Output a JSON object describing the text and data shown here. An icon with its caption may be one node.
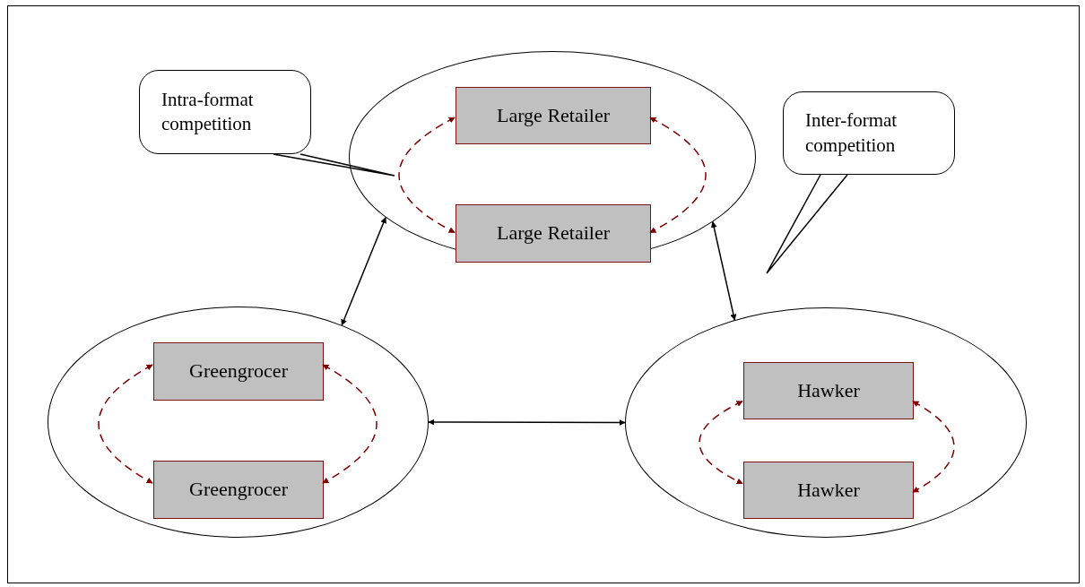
{
  "diagram": {
    "nodes": [
      {
        "text": [
          "Intra-format competition"
        ]
      },
      {
        "text": [],
        "shape": "ellipse"
      },
      {
        "text": [
          "Large Retailer"
        ],
        "in": 1
      },
      {
        "text": [
          "Large Retailer"
        ],
        "in": 1
      },
      {
        "text": [
          "Inter-format competition"
        ]
      },
      {
        "text": [],
        "shape": "ellipse"
      },
      {
        "text": [
          "Greengrocer"
        ],
        "in": 5
      },
      {
        "text": [
          "Greengrocer"
        ],
        "in": 5
      },
      {
        "text": [],
        "shape": "ellipse"
      },
      {
        "text": [
          "Hawker"
        ],
        "in": 8
      },
      {
        "text": [
          "Hawker"
        ],
        "in": 8
      }
    ],
    "edges": [
      {
        "from": 0,
        "to": null,
        "arrow": "none",
        "color": "#000000"
      },
      {
        "from": 2,
        "to": 3,
        "arrow": "both",
        "style": "dashed",
        "color": "#7f0000"
      },
      {
        "from": 2,
        "to": 3,
        "arrow": "both",
        "style": "dashed",
        "color": "#7f0000"
      },
      {
        "from": 4,
        "to": null,
        "arrow": "none",
        "color": "#000000"
      },
      {
        "from": 1,
        "to": 5,
        "arrow": "both",
        "color": "#000000"
      },
      {
        "from": 1,
        "to": 8,
        "arrow": "both",
        "color": "#000000"
      },
      {
        "from": 6,
        "to": 7,
        "arrow": "both",
        "style": "dashed",
        "color": "#7f0000"
      },
      {
        "from": 6,
        "to": 7,
        "arrow": "both",
        "style": "dashed",
        "color": "#7f0000"
      },
      {
        "from": 5,
        "to": 8,
        "arrow": "both",
        "color": "#000000"
      },
      {
        "from": 9,
        "to": 10,
        "arrow": "both",
        "style": "dashed",
        "color": "#7f0000"
      },
      {
        "from": 9,
        "to": 10,
        "arrow": "both",
        "style": "dashed",
        "color": "#7f0000"
      }
    ]
  }
}
